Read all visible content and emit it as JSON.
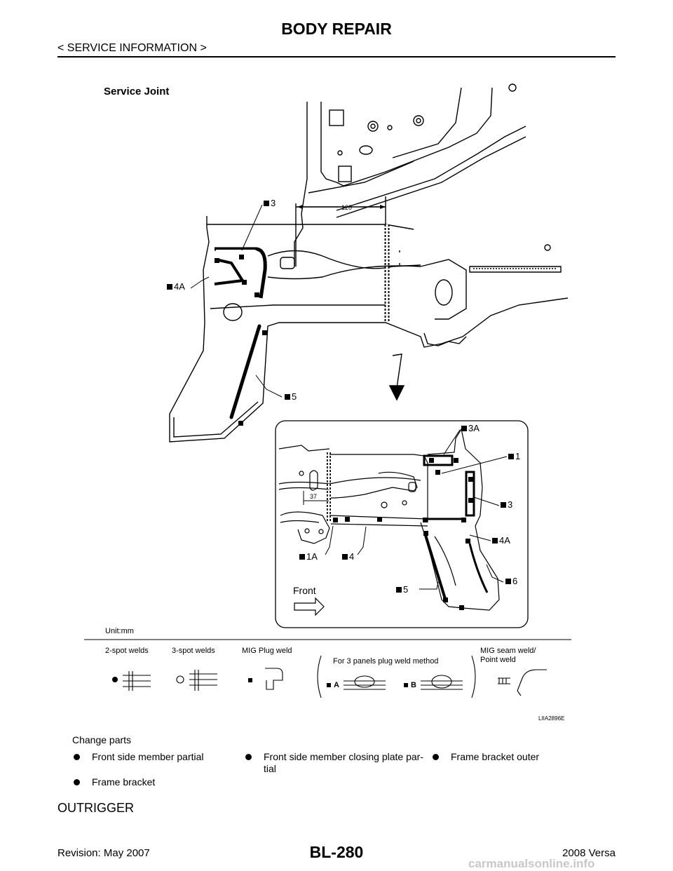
{
  "header": {
    "title": "BODY REPAIR",
    "subtitle": "< SERVICE INFORMATION >"
  },
  "figure": {
    "title": "Service Joint",
    "unit": "Unit:mm",
    "dim_120": "120",
    "dim_37": "37",
    "callouts_main": {
      "c3": "3",
      "c4a": "4A",
      "c5": "5"
    },
    "callouts_inset": {
      "c3a": "3A",
      "c1": "1",
      "c3": "3",
      "c4a": "4A",
      "c6": "6",
      "c1a": "1A",
      "c4": "4",
      "c5": "5"
    },
    "front_label": "Front",
    "legend": {
      "two_spot": "2-spot welds",
      "three_spot": "3-spot welds",
      "mig_plug": "MIG Plug weld",
      "three_panels": "For 3 panels plug weld method",
      "seam_line1": "MIG seam weld/",
      "seam_line2": "Point weld",
      "label_a": "A",
      "label_b": "B"
    },
    "code": "LIIA2896E"
  },
  "change_parts": {
    "label": "Change parts",
    "items": [
      {
        "line1": "Front side member partial",
        "line2": ""
      },
      {
        "line1": "Front side member closing plate par-",
        "line2": "tial"
      },
      {
        "line1": "Frame bracket outer",
        "line2": ""
      },
      {
        "line1": "Frame bracket",
        "line2": ""
      }
    ]
  },
  "section_title": "OUTRIGGER",
  "footer": {
    "revision": "Revision: May 2007",
    "page": "BL-280",
    "model": "2008 Versa",
    "watermark": "carmanualsonline.info"
  }
}
